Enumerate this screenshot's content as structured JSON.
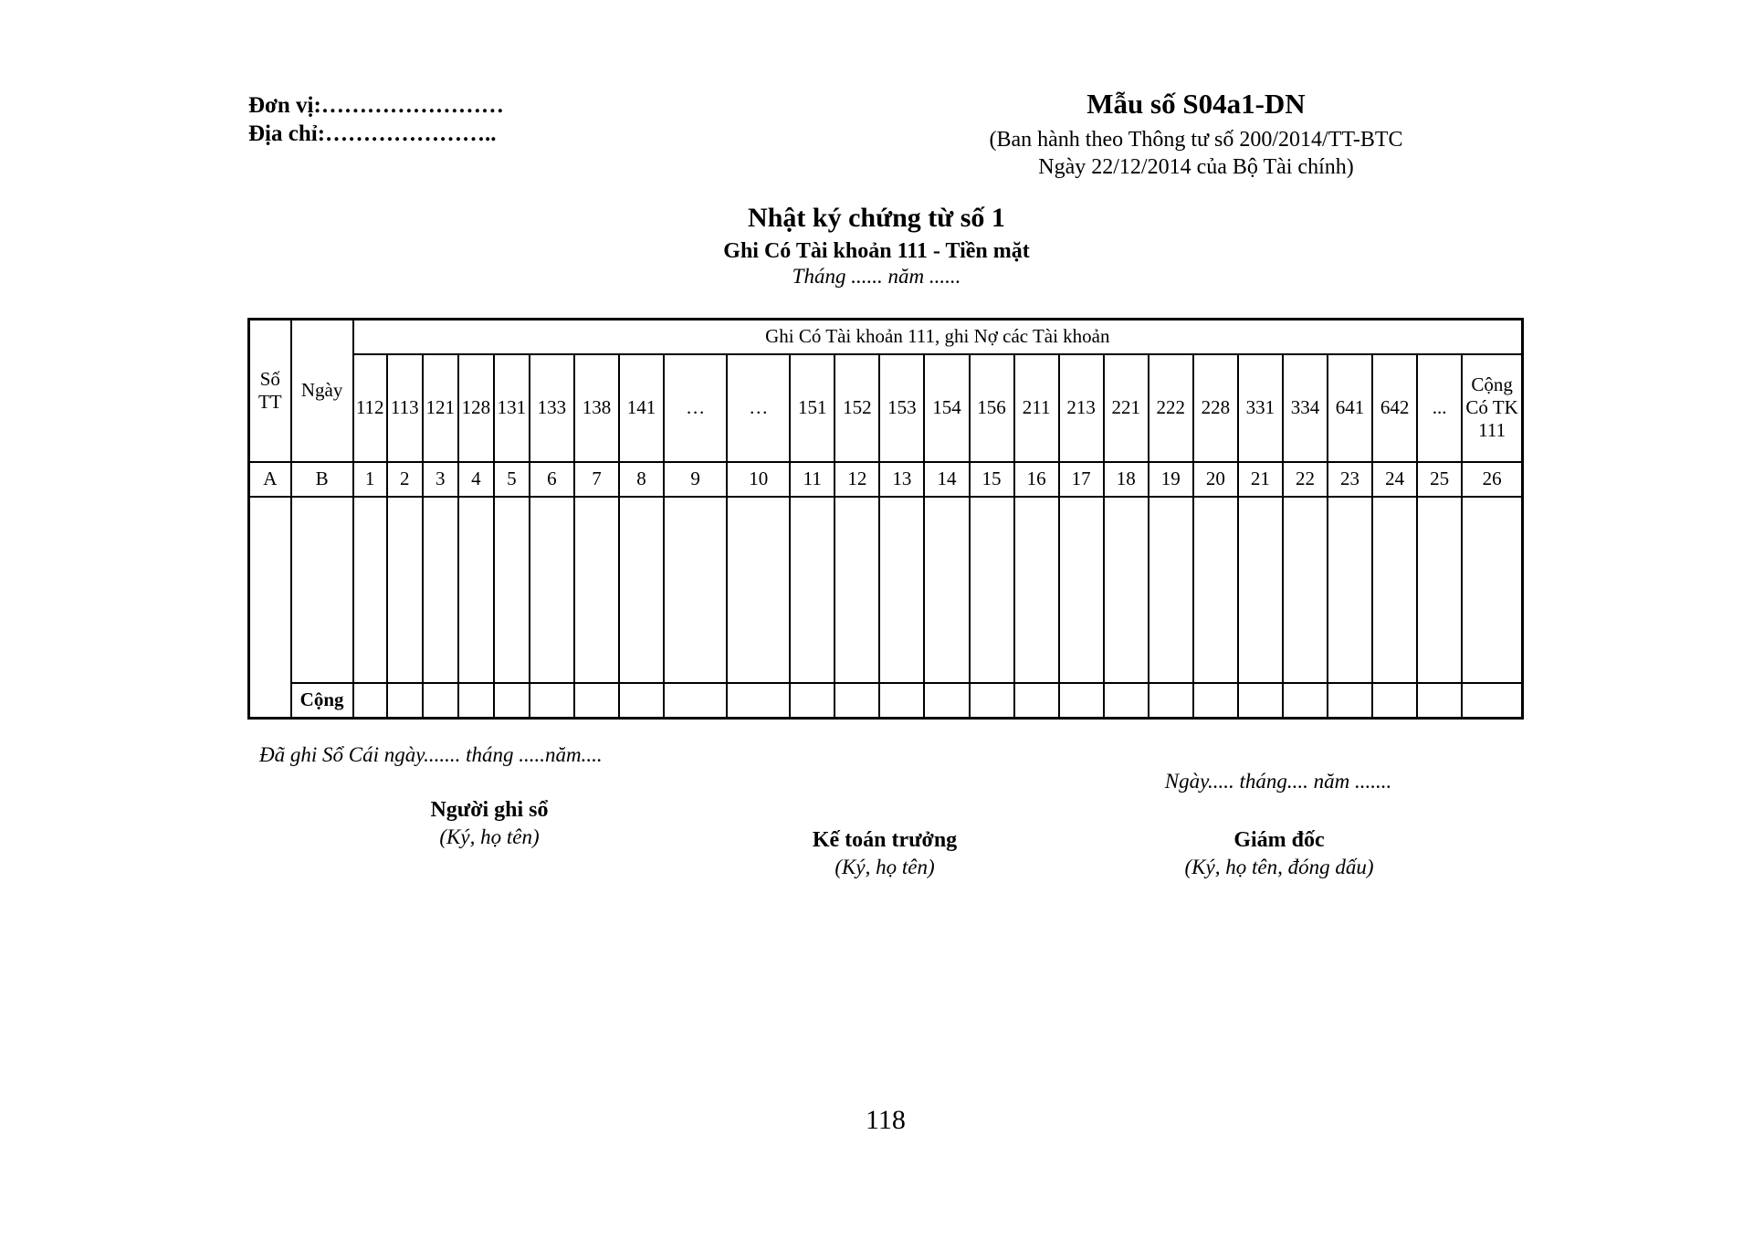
{
  "header": {
    "unit_label": "Đơn vị:……………………",
    "address_label": "Địa chỉ:…………………..",
    "form_number": "Mẫu số S04a1-DN",
    "issued_line1": "(Ban hành theo Thông tư số 200/2014/TT-BTC",
    "issued_line2": "Ngày 22/12/2014 của Bộ Tài chính)"
  },
  "title": {
    "main": "Nhật ký chứng từ số 1",
    "sub": "Ghi Có Tài khoản 111 - Tiền mặt",
    "period": "Tháng ...... năm ......"
  },
  "table": {
    "col_stt": "Số TT",
    "col_ngay": "Ngày",
    "group_header": "Ghi Có Tài khoản 111, ghi Nợ các Tài khoản",
    "accounts": [
      "112",
      "113",
      "121",
      "128",
      "131",
      "133",
      "138",
      "141",
      "…",
      "…",
      "151",
      "152",
      "153",
      "154",
      "156",
      "211",
      "213",
      "221",
      "222",
      "228",
      "331",
      "334",
      "641",
      "642",
      "..."
    ],
    "total_col": "Cộng Có TK 111",
    "index_labels": [
      "A",
      "B",
      "1",
      "2",
      "3",
      "4",
      "5",
      "6",
      "7",
      "8",
      "9",
      "10",
      "11",
      "12",
      "13",
      "14",
      "15",
      "16",
      "17",
      "18",
      "19",
      "20",
      "21",
      "22",
      "23",
      "24",
      "25",
      "26"
    ],
    "total_row_label": "Cộng"
  },
  "footer": {
    "ledger_note": "Đã ghi Sổ Cái ngày....... tháng .....năm....",
    "date_line": "Ngày..... tháng.... năm .......",
    "recorder_title": "Người ghi sổ",
    "recorder_note": "(Ký, họ tên)",
    "chief_accountant_title": "Kế toán trưởng",
    "chief_accountant_note": "(Ký, họ tên)",
    "director_title": "Giám đốc",
    "director_note": "(Ký, họ tên, đóng dấu)"
  },
  "page_number": "118"
}
